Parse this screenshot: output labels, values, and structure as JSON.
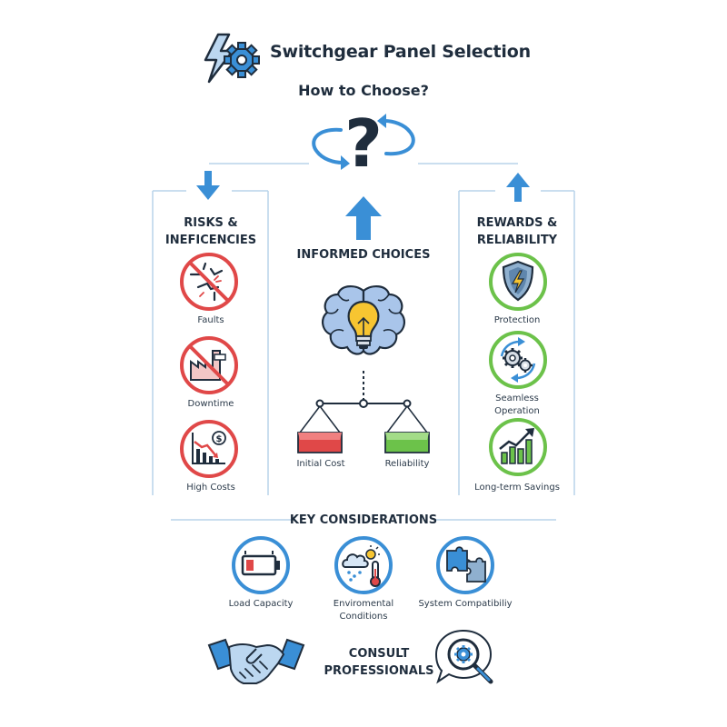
{
  "header": {
    "title": "Switchgear Panel Selection",
    "subtitle": "How to Choose?",
    "logo_icon": "lightning-gear-icon",
    "question_icon": "question-mark-icon"
  },
  "risks": {
    "title_line1": "RISKS &",
    "title_line2": "INEFICENCIES",
    "items": [
      {
        "label": "Faults",
        "icon": "broken-circuit-icon"
      },
      {
        "label": "Downtime",
        "icon": "halted-factory-icon"
      },
      {
        "label": "High Costs",
        "icon": "falling-cost-chart-icon"
      }
    ]
  },
  "center": {
    "title": "INFORMED CHOICES",
    "brain_icon": "brain-lightbulb-icon",
    "scale_left": "Initial Cost",
    "scale_right": "Reliability"
  },
  "rewards": {
    "title_line1": "REWARDS &",
    "title_line2": "RELIABILITY",
    "items": [
      {
        "label": "Protection",
        "icon": "shield-lightning-icon"
      },
      {
        "label_line1": "Seamless",
        "label_line2": "Operation",
        "icon": "gears-cycle-icon"
      },
      {
        "label": "Long-term Savings",
        "icon": "rising-chart-icon"
      }
    ]
  },
  "considerations": {
    "title": "KEY CONSIDERATIONS",
    "items": [
      {
        "label": "Load Capacity",
        "icon": "battery-icon"
      },
      {
        "label_line1": "Enviromental",
        "label_line2": "Conditions",
        "icon": "weather-thermometer-icon"
      },
      {
        "label": "System Compatibiliy",
        "icon": "puzzle-icon"
      }
    ]
  },
  "consult": {
    "line1": "CONSULT",
    "line2": "PROFESSIONALS",
    "handshake_icon": "handshake-icon",
    "search_icon": "magnifier-gear-icon"
  },
  "colors": {
    "dark": "#1f2d3d",
    "blue": "#3a8fd6",
    "red": "#e04848",
    "green": "#6cc24a",
    "brain": "#7fa6d8",
    "bulb": "#f7c531",
    "line": "#b8d4ea"
  }
}
